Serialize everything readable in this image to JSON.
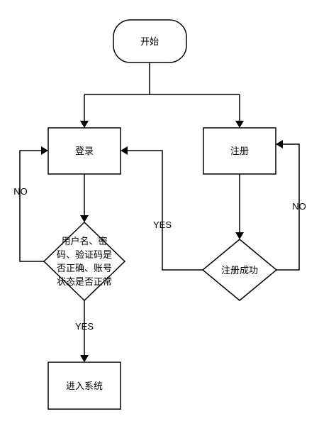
{
  "nodes": {
    "start": "开始",
    "login": "登录",
    "register": "注册",
    "check_lines": [
      "用户名、密",
      "码、验证码是",
      "否正确、账号",
      "状态是否正常"
    ],
    "register_ok": "注册成功",
    "enter": "进入系统"
  },
  "edges": {
    "no_left": "NO",
    "yes_middle": "YES",
    "no_right": "NO",
    "yes_down": "YES"
  }
}
